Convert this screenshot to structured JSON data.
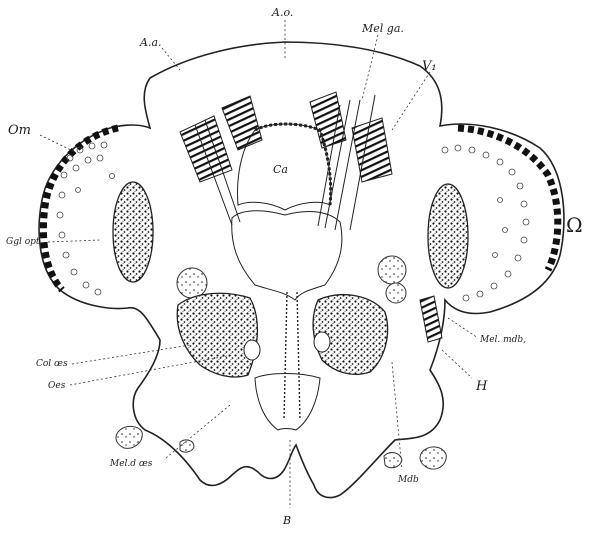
{
  "figure": {
    "symbol": "Ω",
    "labels": {
      "ao": "A.o.",
      "aa": "A.a.",
      "melga": "Mel ga.",
      "v1": "V₁",
      "om": "Om",
      "ca": "Ca",
      "gglopt": "Ggl opt",
      "colaes": "Col œs",
      "oes": "Oes",
      "meloes": "Mel.d œs",
      "b": "B",
      "mdb": "Mdb",
      "h": "H",
      "melmdb": "Mel. mdb,"
    }
  }
}
